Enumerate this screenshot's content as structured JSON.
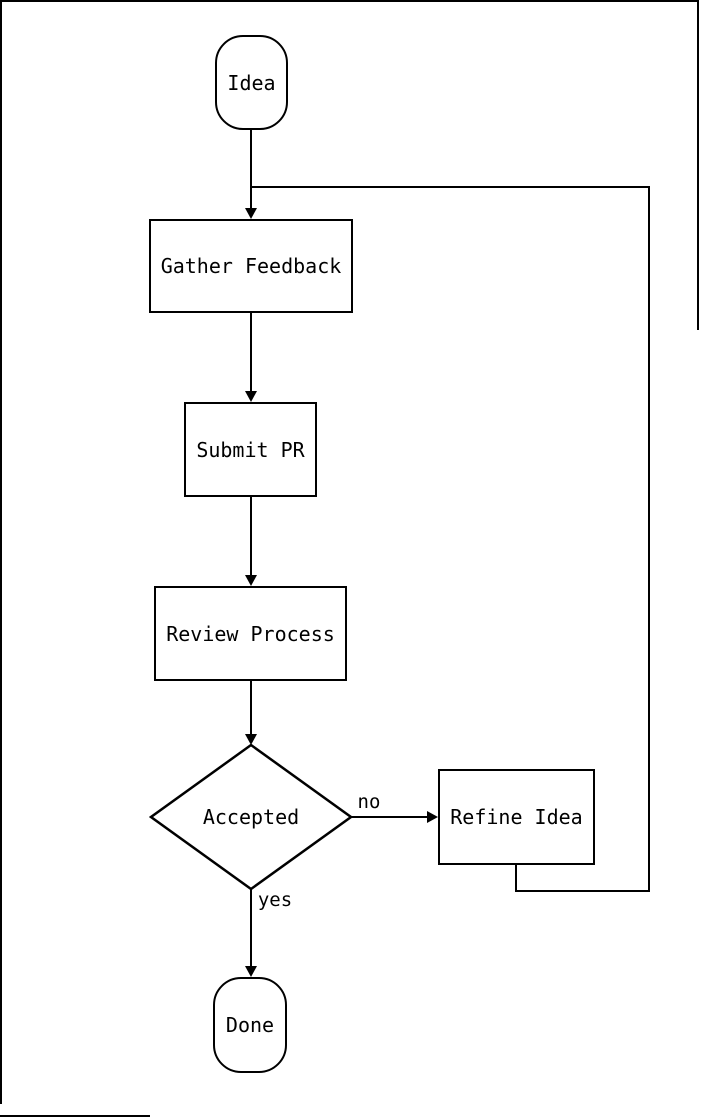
{
  "diagram": {
    "type": "flowchart",
    "background_color": "#ffffff",
    "stroke_color": "#000000",
    "nodes": {
      "idea": {
        "label": "Idea",
        "shape": "stadium"
      },
      "gather_feedback": {
        "label": "Gather Feedback",
        "shape": "rect"
      },
      "submit_pr": {
        "label": "Submit PR",
        "shape": "rect"
      },
      "review_process": {
        "label": "Review Process",
        "shape": "rect"
      },
      "accepted": {
        "label": "Accepted",
        "shape": "diamond"
      },
      "refine_idea": {
        "label": "Refine Idea",
        "shape": "rect"
      },
      "done": {
        "label": "Done",
        "shape": "stadium"
      }
    },
    "edges": [
      {
        "from": "idea",
        "to": "gather_feedback",
        "label": ""
      },
      {
        "from": "gather_feedback",
        "to": "submit_pr",
        "label": ""
      },
      {
        "from": "submit_pr",
        "to": "review_process",
        "label": ""
      },
      {
        "from": "review_process",
        "to": "accepted",
        "label": ""
      },
      {
        "from": "accepted",
        "to": "refine_idea",
        "label": "no"
      },
      {
        "from": "accepted",
        "to": "done",
        "label": "yes"
      },
      {
        "from": "refine_idea",
        "to": "gather_feedback",
        "label": ""
      }
    ]
  }
}
